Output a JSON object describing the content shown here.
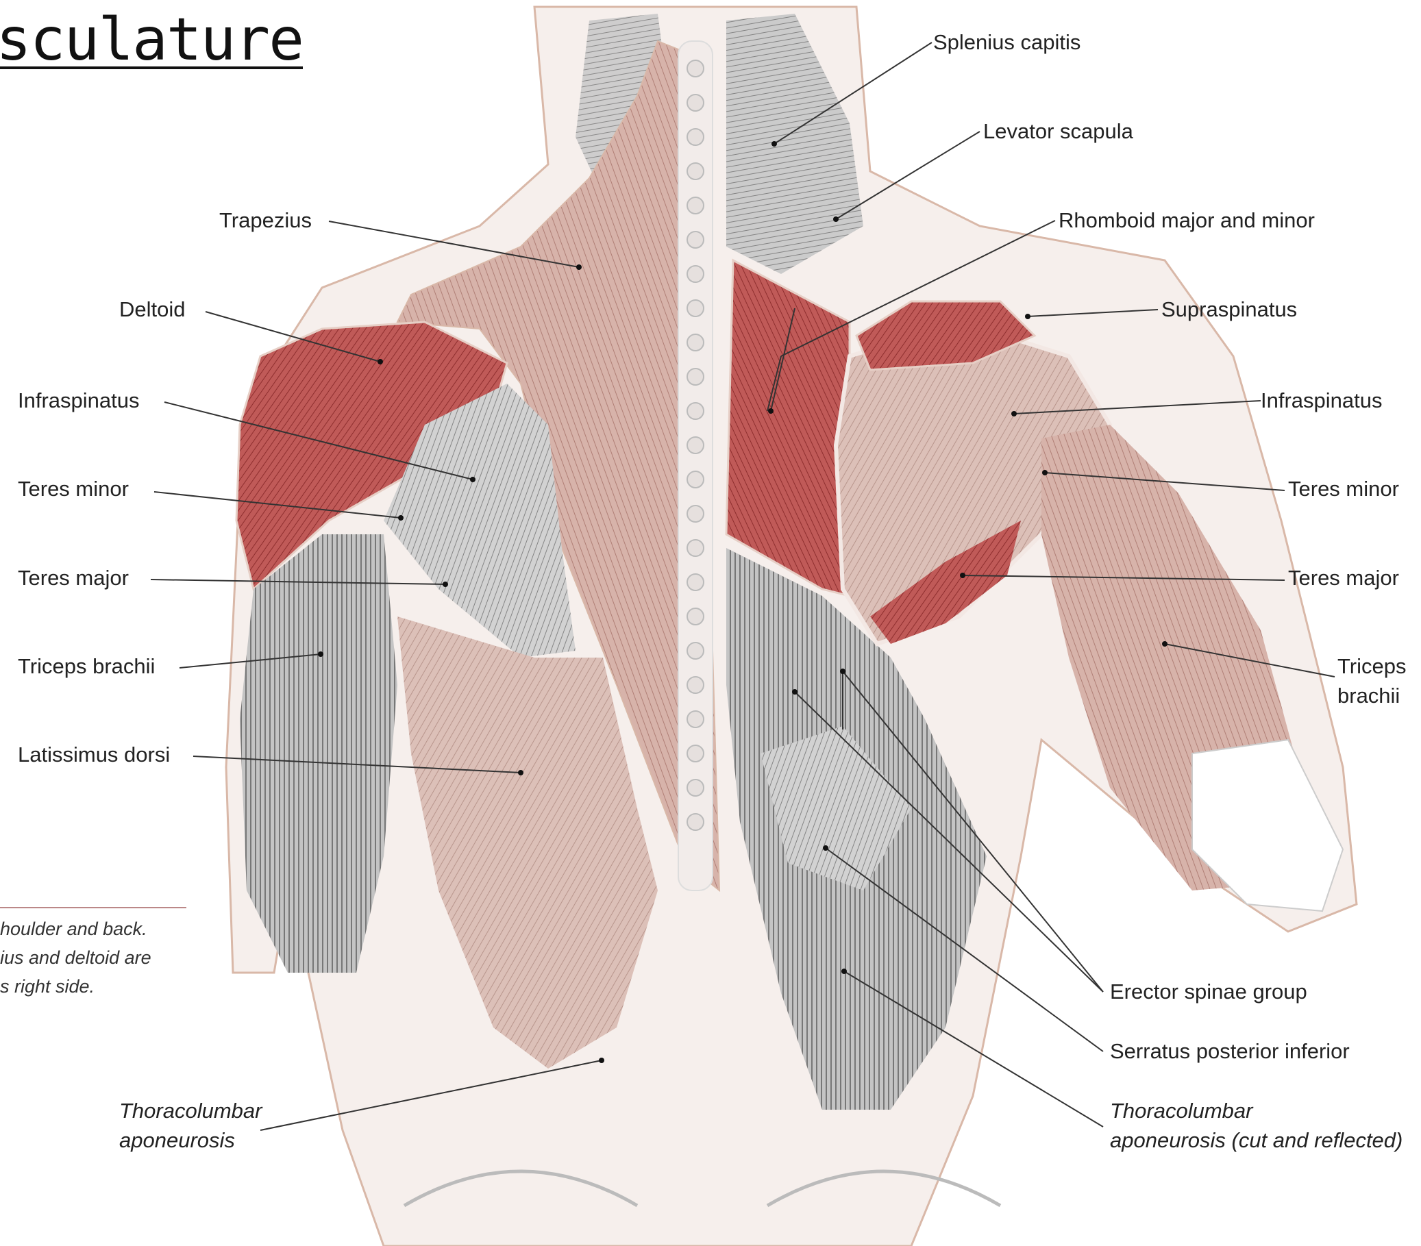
{
  "title": "sculature",
  "labels": {
    "splenius_capitis": "Splenius capitis",
    "levator_scapula": "Levator scapula",
    "trapezius": "Trapezius",
    "rhomboid": "Rhomboid major and minor",
    "deltoid": "Deltoid",
    "supraspinatus": "Supraspinatus",
    "infraspinatus_left": "Infraspinatus",
    "infraspinatus_right": "Infraspinatus",
    "teres_minor_left": "Teres minor",
    "teres_minor_right": "Teres minor",
    "teres_major_left": "Teres major",
    "teres_major_right": "Teres major",
    "triceps_left": "Triceps brachii",
    "triceps_right_1": "Triceps",
    "triceps_right_2": "brachii",
    "latissimus": "Latissimus dorsi",
    "erector": "Erector spinae group",
    "serratus": "Serratus posterior inferior",
    "thoraco_left_1": "Thoracolumbar",
    "thoraco_left_2": "aponeurosis",
    "thoraco_right_1": "Thoracolumbar",
    "thoraco_right_2": "aponeurosis (cut and reflected)"
  },
  "caption": {
    "line1": "houlder and back.",
    "line2": "ius and deltoid are",
    "line3": "s right side."
  },
  "colors": {
    "muscle_red": "#b04848",
    "muscle_pale": "#c89a92",
    "muscle_gray": "#9a9a9a",
    "outline": "#d9b8a8",
    "leader": "#333333"
  }
}
